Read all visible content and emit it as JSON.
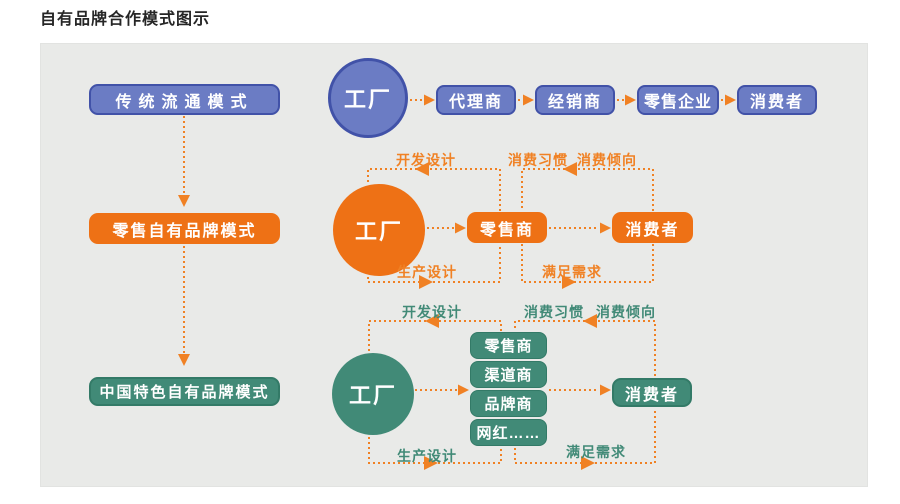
{
  "title": "自有品牌合作模式图示",
  "top": {
    "mode_label": "传统流通模式",
    "factory": "工厂",
    "nodes": [
      "代理商",
      "经销商",
      "零售企业",
      "消费者"
    ]
  },
  "middle": {
    "mode_label": "零售自有品牌模式",
    "factory": "工厂",
    "retailer": "零售商",
    "consumer": "消费者",
    "labels": {
      "develop": "开发设计",
      "habit": "消费习惯",
      "tendency": "消费倾向",
      "produce": "生产设计",
      "satisfy": "满足需求"
    }
  },
  "bottom": {
    "mode_label": "中国特色自有品牌模式",
    "factory": "工厂",
    "stack": [
      "零售商",
      "渠道商",
      "品牌商",
      "网红……"
    ],
    "consumer": "消费者",
    "labels": {
      "develop": "开发设计",
      "habit": "消费习惯",
      "tendency": "消费倾向",
      "produce": "生产设计",
      "satisfy": "满足需求"
    }
  },
  "colors": {
    "blue_fill": "#6b7cc4",
    "blue_border": "#4152a8",
    "orange": "#ee7115",
    "green": "#418a77",
    "arrow_orange": "#f08124",
    "panel_bg": "#e9eae8"
  }
}
